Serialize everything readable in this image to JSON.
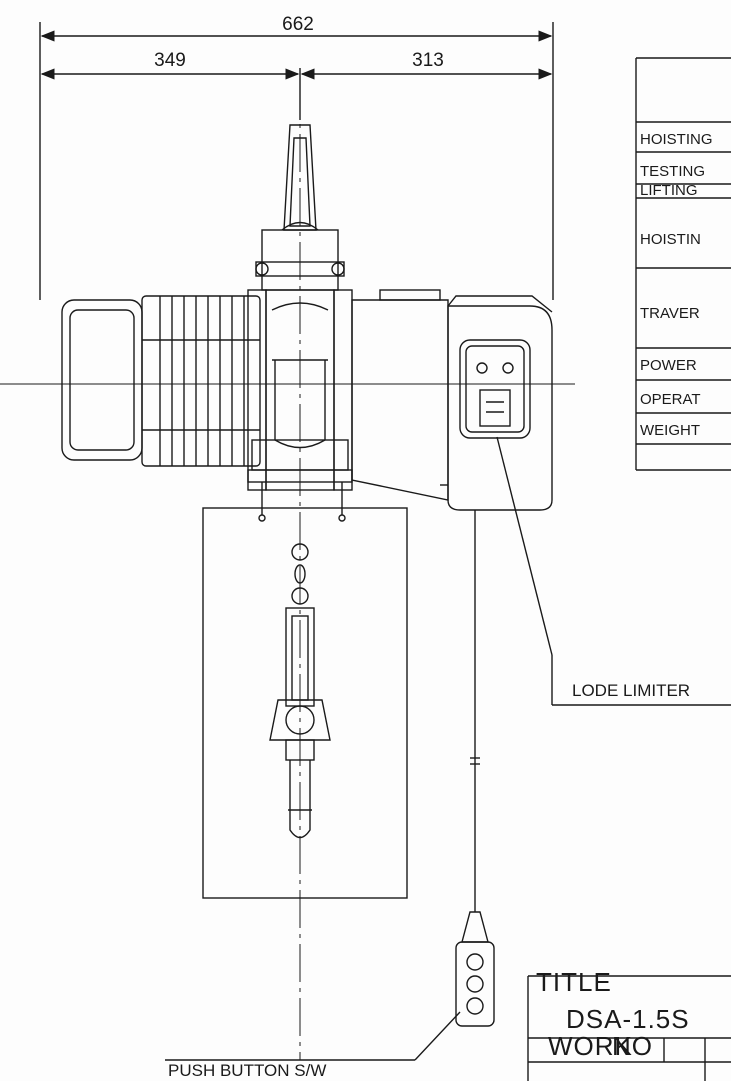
{
  "dimensions": {
    "overall": "662",
    "left": "349",
    "right": "313"
  },
  "spec_table": {
    "rows": [
      "HOISTING",
      "TESTING",
      "LIFTING",
      "HOISTIN",
      "TRAVER",
      "POWER",
      "OPERAT",
      "WEIGHT"
    ]
  },
  "callouts": {
    "load_limiter": "LODE LIMITER",
    "push_button": "PUSH BUTTON S/W"
  },
  "title_block": {
    "title_label": "TITLE",
    "title": "DSA-1.5S",
    "work_label": "WORK",
    "no_label": "NO"
  },
  "colors": {
    "line": "#1a1a1a",
    "paper": "#fdfdfd"
  }
}
